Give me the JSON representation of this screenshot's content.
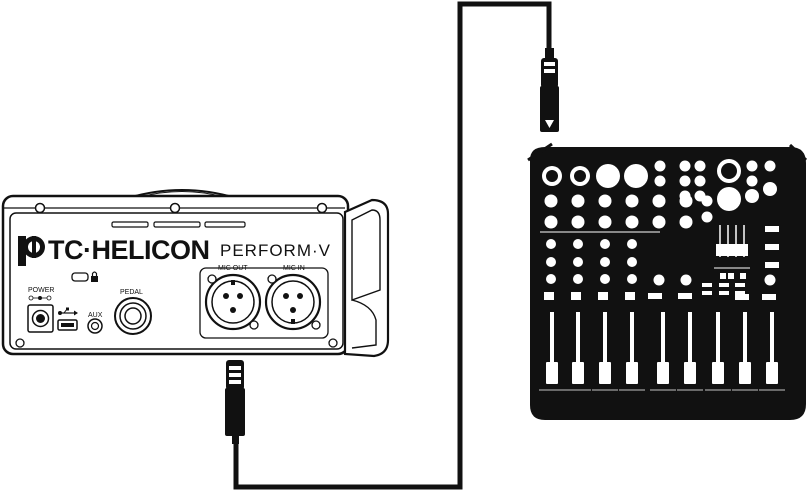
{
  "device": {
    "brand_logo_text": "TC·HELICON",
    "model_text": "PERFORM·V",
    "jacks": {
      "mic_out": "MIC OUT",
      "mic_in": "MIC IN",
      "power": "POWER",
      "aux": "AUX",
      "pedal": "PEDAL"
    },
    "icons": [
      "usb-icon",
      "lock-icon",
      "power-polarity-icon"
    ]
  },
  "cable": {
    "from": "MIC OUT",
    "to": "mixer input",
    "connector_type": "XLR"
  },
  "mixer": {
    "channel_faders": 9
  },
  "colors": {
    "line": "#111111",
    "background": "#ffffff",
    "mixer_body": "#111111",
    "mixer_controls": "#ffffff"
  }
}
